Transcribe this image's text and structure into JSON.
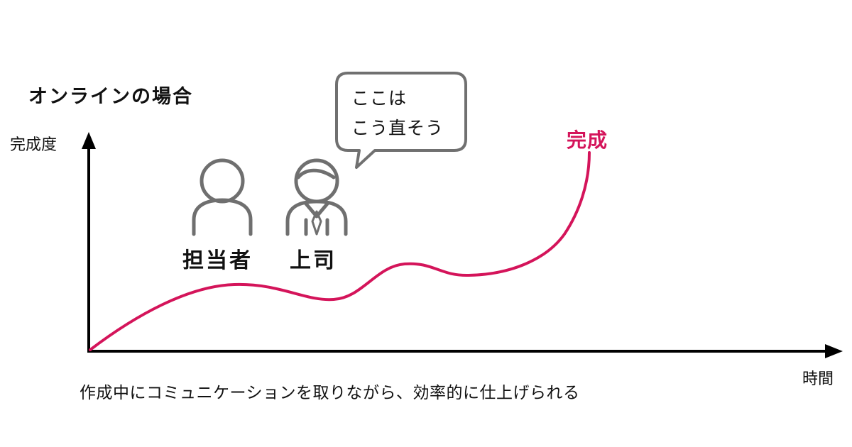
{
  "title": "オンラインの場合",
  "axes": {
    "y_label": "完成度",
    "x_label": "時間"
  },
  "people": {
    "worker_label": "担当者",
    "boss_label": "上司"
  },
  "speech_bubble": {
    "line1": "ここは",
    "line2": "こう直そう"
  },
  "completion_label": "完成",
  "caption": "作成中にコミュニケーションを取りながら、効率的に仕上げられる",
  "colors": {
    "curve": "#d4145a",
    "axis": "#000000",
    "icon_stroke": "#6f6f6f",
    "bubble_stroke": "#707070"
  }
}
